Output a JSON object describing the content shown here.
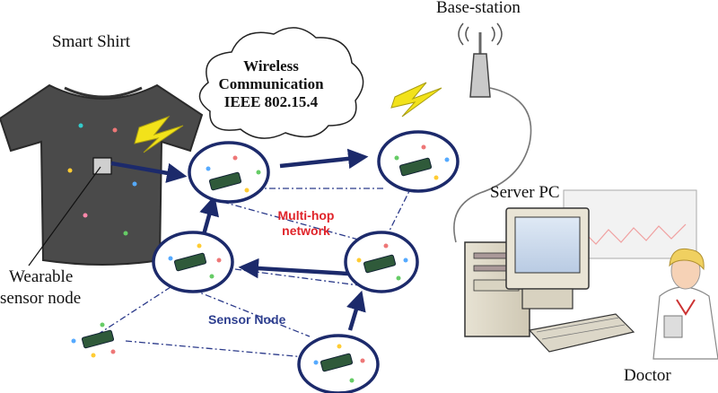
{
  "labels": {
    "smart_shirt": "Smart Shirt",
    "wearable_line1": "Wearable",
    "wearable_line2": "sensor node",
    "cloud_line1": "Wireless",
    "cloud_line2": "Communication",
    "cloud_line3": "IEEE 802.15.4",
    "base_station": "Base-station",
    "server_pc": "Server PC",
    "multihop_line1": "Multi-hop",
    "multihop_line2": "network",
    "sensor_node": "Sensor Node",
    "doctor": "Doctor"
  },
  "colors": {
    "network_arrow": "#1c2a6b",
    "node_ring": "#1c2a6b",
    "dashed_link": "#2b3a8a",
    "shirt": "#4a4a4a",
    "lightning": "#f2e21a",
    "multihop_text": "#e0242a",
    "sensor_text": "#2e3f8f"
  },
  "icons": [
    "smart-shirt-icon",
    "lightning-icon",
    "antenna-icon",
    "server-pc-icon",
    "doctor-icon",
    "sensor-board-icon",
    "cloud-icon"
  ]
}
